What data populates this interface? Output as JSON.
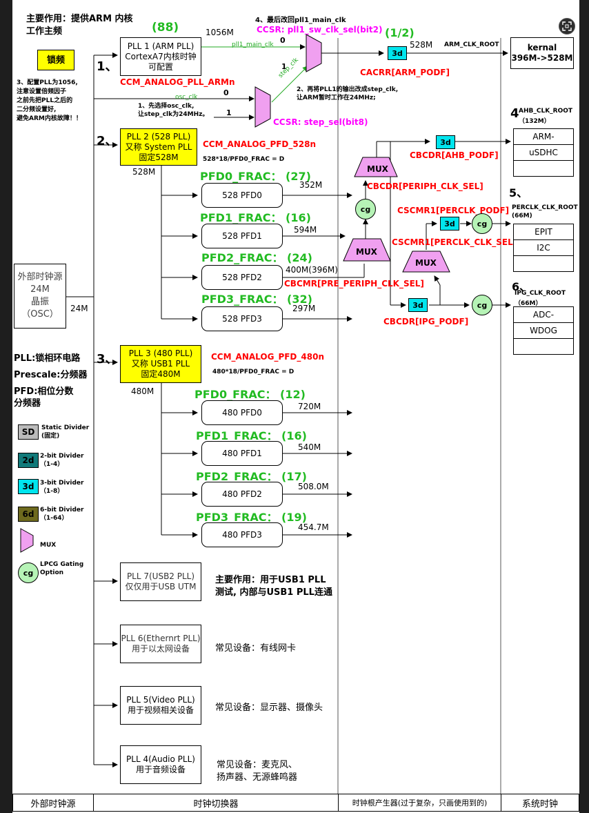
{
  "top_note": {
    "line1": "主要作用：提供ARM 内核",
    "line2": "工作主频"
  },
  "lock_label": "锁频",
  "note3": {
    "l1": "3、配置PLL为1056,",
    "l2": "注意设置倍频因子",
    "l3": "之前先把PLL之后的",
    "l4": "二分频设置好,",
    "l5": "避免ARM内核故障！！"
  },
  "pll1": {
    "num": "1、",
    "l1": "PLL 1  (ARM PLL)",
    "l2": "CortexA7内核时钟",
    "l3": "可配置",
    "frac": "(88)",
    "freq": "1056M",
    "reg": "CCM_ANALOG_PLL_ARMn"
  },
  "arm_path": {
    "main_clk": "pll1_main_clk",
    "sw_0": "0",
    "sw_1": "1",
    "osc_clk": "osc_clk",
    "step_0": "0",
    "step_1": "1",
    "step_clk": "step_clk",
    "note4": "4、最后改回pll1_main_clk",
    "ccsr_sw": "CCSR: pll1_sw_clk_sel(bit2)",
    "note1_l1": "1、先选择osc_clk,",
    "note1_l2": "让step_clk为24MHz。",
    "note2_l1": "2、再将PLL1的输出改成step_clk,",
    "note2_l2": "让ARM暂时工作在24MHz;",
    "ccsr_step": "CCSR: step_sel(bit8)",
    "half": "(1/2)",
    "div": "3d",
    "out_freq": "528M",
    "root": "ARM_CLK_ROOT",
    "cacrr": "CACRR[ARM_PODF]",
    "kernal_l1": "kernal",
    "kernal_l2": "396M->528M"
  },
  "pll2": {
    "num": "2、",
    "l1": "PLL 2  (528 PLL)",
    "l2": "又称  System PLL",
    "l3": "固定528M",
    "freq": "528M",
    "reg": "CCM_ANALOG_PFD_528n",
    "formula": "528*18/PFD0_FRAC = D"
  },
  "pll2_pfds": [
    {
      "frac": "PFD0_FRAC：  (27)",
      "name": "528 PFD0",
      "freq": "352M"
    },
    {
      "frac": "PFD1_FRAC：  (16)",
      "name": "528 PFD1",
      "freq": "594M"
    },
    {
      "frac": "PFD2_FRAC：  (24)",
      "name": "528 PFD2",
      "freq": "400M(396M)"
    },
    {
      "frac": "PFD3_FRAC：  (32)",
      "name": "528 PFD3",
      "freq": "297M"
    }
  ],
  "osc": {
    "l1": "外部时钟源",
    "l2": "24M",
    "l3": "晶振",
    "l4": "（OSC）",
    "freq": "24M"
  },
  "pll3": {
    "num": "3、",
    "l1": "PLL 3  (480 PLL)",
    "l2": "又称  USB1 PLL",
    "l3": "固定480M",
    "freq": "480M",
    "reg": "CCM_ANALOG_PFD_480n",
    "formula": "480*18/PFD0_FRAC = D"
  },
  "pll3_pfds": [
    {
      "frac": "PFD0_FRAC：  (12)",
      "name": "480 PFD0",
      "freq": "720M"
    },
    {
      "frac": "PFD1_FRAC：  (16)",
      "name": "480 PFD1",
      "freq": "540M"
    },
    {
      "frac": "PFD2_FRAC：  (17)",
      "name": "480 PFD2",
      "freq": "508.0M"
    },
    {
      "frac": "PFD3_FRAC：  (19)",
      "name": "480 PFD3",
      "freq": "454.7M"
    }
  ],
  "glossary": {
    "pll": "PLL:锁相环电路",
    "prescale": "Prescale:分频器",
    "pfd1": "PFD:相位分数",
    "pfd2": "分频器"
  },
  "legend": [
    {
      "sym": "SD",
      "l1": "Static Divider",
      "l2": "(固定)",
      "color": "#bbbbbb"
    },
    {
      "sym": "2d",
      "l1": "2-bit Divider",
      "l2": "（1-4）",
      "color": "#117a7a"
    },
    {
      "sym": "3d",
      "l1": "3-bit Divider",
      "l2": "（1-8）",
      "color": "#00e5ee"
    },
    {
      "sym": "6d",
      "l1": "6-bit Divider",
      "l2": "（1-64）",
      "color": "#6e6a1e"
    }
  ],
  "legend_mux": "MUX",
  "legend_cg": {
    "sym": "cg",
    "l1": "LPCG Gating",
    "l2": "Option"
  },
  "root_gen": {
    "mux": "MUX",
    "cg": "cg",
    "div": "3d",
    "cbcdr_ahb": "CBCDR[AHB_PODF]",
    "cbcdr_periph": "CBCDR[PERIPH_CLK_SEL]",
    "cbcmr_pre": "CBCMR[PRE_PERIPH_CLK_SEL]",
    "cscmr1_perclk": "CSCMR1[PERCLK_PODF]",
    "cscmr1_sel": "CSCMR1[PERCLK_CLK_SEL]",
    "cbcdr_ipg": "CBCDR[IPG_PODF]"
  },
  "sys_clk": {
    "n4": "4",
    "ahb": "AHB_CLK_ROOT",
    "ahb_f": "（132M）",
    "ahb_items": [
      "ARM-",
      "uSDHC",
      ""
    ],
    "n5": "5、",
    "perclk": "PERCLK_CLK_ROOT",
    "perclk_f": "(66M)",
    "perclk_items": [
      "EPIT",
      "I2C",
      ""
    ],
    "n6": "6、",
    "ipg": "IPG_CLK_ROOT",
    "ipg_f": "（66M）",
    "ipg_items": [
      "ADC-",
      "WDOG",
      ""
    ]
  },
  "other_plls": [
    {
      "l1": "PLL 7(USB2 PLL)",
      "l2": "仅仅用于USB UTM",
      "d1": "主要作用：用于USB1 PLL",
      "d2": "测试, 内部与USB1 PLL连通"
    },
    {
      "l1": "PLL 6(Ethernrt PLL)",
      "l2": "用于以太网设备",
      "d1": "常见设备：有线网卡",
      "d2": ""
    },
    {
      "l1": "PLL 5(Video PLL)",
      "l2": "用于视频相关设备",
      "d1": "常见设备：显示器、摄像头",
      "d2": ""
    },
    {
      "l1": "PLL 4(Audio PLL)",
      "l2": "用于音频设备",
      "d1": "常见设备：麦克风、",
      "d2": "扬声器、无源蜂鸣器"
    }
  ],
  "footer": [
    "外部时钟源",
    "时钟切换器",
    "时钟根产生器(过于复杂，只画使用到的)",
    "系统时钟"
  ],
  "fullscreen_icon": "fullscreen-icon"
}
